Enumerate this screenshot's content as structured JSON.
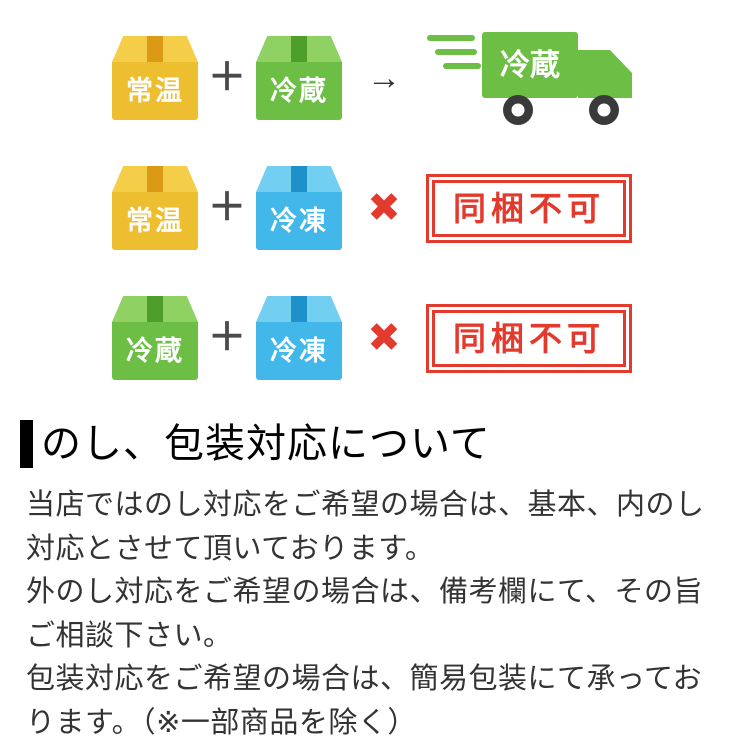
{
  "colors": {
    "yellow": "#EDBE30",
    "yellow-dark": "#DB9A16",
    "yellow-light": "#F4CE49",
    "green": "#6CBE45",
    "green-dark": "#4E9E2B",
    "green-light": "#8FD163",
    "blue": "#41B8E9",
    "blue-dark": "#1E92C8",
    "blue-light": "#72CFF2",
    "red": "#E23B2E",
    "truck": "#5BB431",
    "text": "#333333",
    "heading": "#000000"
  },
  "rows": [
    {
      "left_box": {
        "label": "常温",
        "kind": "normal"
      },
      "plus": "＋",
      "right_box": {
        "label": "冷蔵",
        "kind": "chilled"
      },
      "connector": "→",
      "result": {
        "type": "truck",
        "label": "冷蔵"
      }
    },
    {
      "left_box": {
        "label": "常温",
        "kind": "normal"
      },
      "plus": "＋",
      "right_box": {
        "label": "冷凍",
        "kind": "frozen"
      },
      "connector": "✖",
      "result": {
        "type": "stamp",
        "label": "同梱不可"
      }
    },
    {
      "left_box": {
        "label": "冷蔵",
        "kind": "chilled"
      },
      "plus": "＋",
      "right_box": {
        "label": "冷凍",
        "kind": "frozen"
      },
      "connector": "✖",
      "result": {
        "type": "stamp",
        "label": "同梱不可"
      }
    }
  ],
  "noshi_section": {
    "heading": "のし、包装対応について",
    "paragraphs": [
      "当店ではのし対応をご希望の場合は、基本、内のし対応とさせて頂いております。",
      "外のし対応をご希望の場合は、備考欄にて、その旨ご相談下さい。",
      "包装対応をご希望の場合は、簡易包装にて承っております。（※一部商品を除く）"
    ]
  }
}
